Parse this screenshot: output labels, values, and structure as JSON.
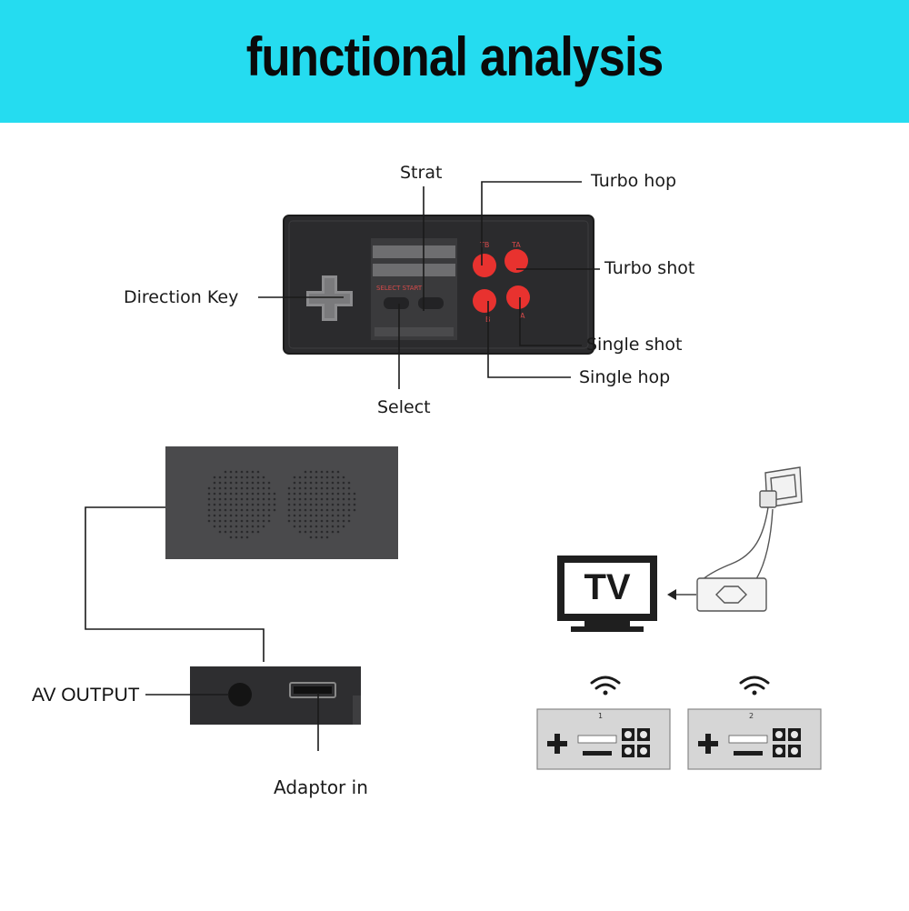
{
  "banner": {
    "title": "functional analysis"
  },
  "controller_labels": {
    "strat": "Strat",
    "turbo_hop": "Turbo hop",
    "turbo_shot": "Turbo shot",
    "direction_key": "Direction Key",
    "single_shot": "Single shot",
    "single_hop": "Single hop",
    "select": "Select"
  },
  "console_labels": {
    "av_output": "AV OUTPUT",
    "adaptor_in": "Adaptor in"
  },
  "setup": {
    "tv_text": "TV",
    "player_1": "1",
    "player_2": "2"
  },
  "colors": {
    "banner": "#25dcf0",
    "red_button": "#e8322f",
    "controller_body": "#2b2b2d"
  }
}
